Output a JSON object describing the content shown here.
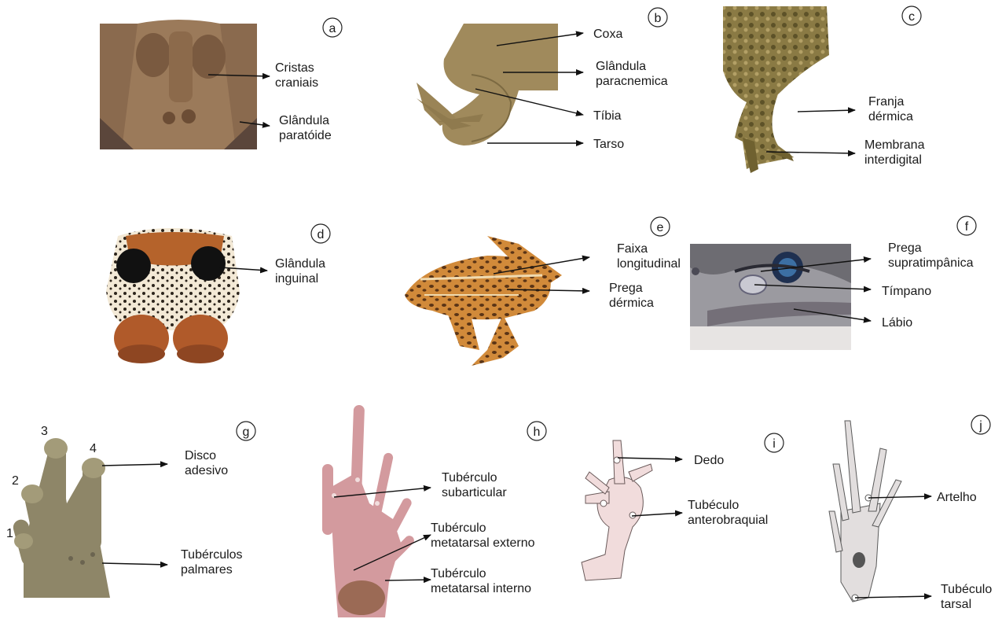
{
  "panels": {
    "a": {
      "letter": "a",
      "labels": [
        "Cristas craniais",
        "Glândula paratóide"
      ]
    },
    "b": {
      "letter": "b",
      "labels": [
        "Coxa",
        "Glândula paracnemica",
        "Tíbia",
        "Tarso"
      ]
    },
    "c": {
      "letter": "c",
      "labels": [
        "Franja dérmica",
        "Membrana interdigital"
      ]
    },
    "d": {
      "letter": "d",
      "labels": [
        "Glândula inguinal"
      ]
    },
    "e": {
      "letter": "e",
      "labels": [
        "Faixa longitudinal",
        "Prega dérmica"
      ]
    },
    "f": {
      "letter": "f",
      "labels": [
        "Prega supratimpânica",
        "Tímpano",
        "Lábio"
      ]
    },
    "g": {
      "letter": "g",
      "labels": [
        "Disco adesivo",
        "Tubérculos palmares"
      ],
      "finger_numbers": [
        "1",
        "2",
        "3",
        "4"
      ]
    },
    "h": {
      "letter": "h",
      "labels": [
        "Tubérculo subarticular",
        "Tubérculo metatarsal externo",
        "Tubérculo metatarsal interno"
      ]
    },
    "i": {
      "letter": "i",
      "labels": [
        "Dedo",
        "Tubéculo anterobraquial"
      ]
    },
    "j": {
      "letter": "j",
      "labels": [
        "Artelho",
        "Tubéculo tarsal"
      ]
    }
  },
  "colors": {
    "toad_skin": "#8a6a4e",
    "leg_skin": "#a08a5c",
    "mottled": "#7d6a3c",
    "frog_orange": "#c8782c",
    "frog_head_grey": "#9b9aa0",
    "tree_frog_hand": "#8e8668",
    "pink_foot": "#d39a9e",
    "sketch_pink": "#f1dcdc",
    "sketch_grey": "#e2dede"
  }
}
